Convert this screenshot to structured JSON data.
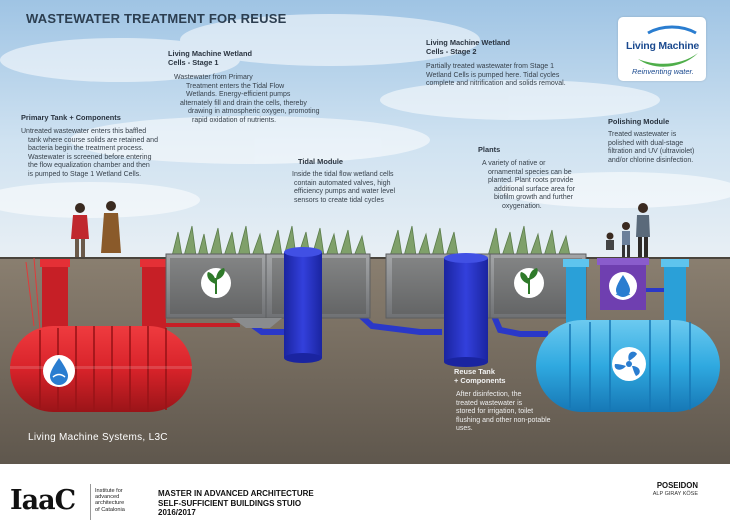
{
  "title": "WASTEWATER TREATMENT FOR REUSE",
  "logo": {
    "name": "Living Machine",
    "tagline": "Reinventing water."
  },
  "sections": {
    "primary_tank": {
      "heading": "Primary Tank + Components",
      "lines": [
        "Untreated wastewater enters this baffled",
        "tank where course solids are retained and",
        "bacteria begin the treatment process.",
        "Wastewater is screened before entering",
        "the flow equalization chamber and then",
        "is pumped to Stage 1 Wetland Cells."
      ]
    },
    "wetland_stage1": {
      "heading_lines": [
        "Living Machine Wetland",
        "Cells - Stage 1"
      ],
      "lines": [
        "Wastewater from Primary",
        "Treatment enters the Tidal Flow",
        "Wetlands. Energy-efficient pumps",
        "alternately fill and drain the cells, thereby",
        "drawing in atmospheric oxygen, promoting",
        "rapid oxidation of nutrients."
      ]
    },
    "tidal_module": {
      "heading": "Tidal Module",
      "lines": [
        "Inside the tidal flow wetland cells",
        "contain automated valves, high",
        "efficiency pumps and water level",
        "sensors to create tidal cycles"
      ]
    },
    "wetland_stage2": {
      "heading_lines": [
        "Living Machine Wetland",
        "Cells - Stage 2"
      ],
      "lines": [
        "Partially treated wastewater from Stage 1",
        "Wetland Cells is pumped here. Tidal cycles",
        "complete and nitrification and solids removal."
      ]
    },
    "plants": {
      "heading": "Plants",
      "lines": [
        "A variety of native or",
        "ornamental species can be",
        "planted. Plant roots provide",
        "additional surface area for",
        "biofilm growth and further",
        "oxygenation."
      ]
    },
    "polishing": {
      "heading": "Polishing Module",
      "lines": [
        "Treated wastewater is",
        "polished with dual-stage",
        "filtration and UV (ultraviolet)",
        "and/or chlorine disinfection."
      ]
    },
    "reuse_tank": {
      "heading_lines": [
        "Reuse Tank",
        "+ Components"
      ],
      "lines": [
        "After disinfection, the",
        "treated wastewater is",
        "stored for irrigation, toilet",
        "flushing and other non-potable",
        "uses."
      ]
    }
  },
  "credit": "Living Machine Systems, L3C",
  "footer": {
    "iaac_logo": "IaaC",
    "institute_lines": [
      "Institute for",
      "advanced",
      "architecture",
      "of Catalonia"
    ],
    "program_lines": [
      "MASTER IN ADVANCED ARCHITECTURE",
      "SELF-SUFFICIENT BUILDINGS STUIO",
      "2016/2017"
    ],
    "project": "POSEIDON",
    "author": "ALP GIRAY KÖSE"
  },
  "colors": {
    "primary_tank": "#d8232a",
    "tidal_module": "#2432c8",
    "reuse_tank": "#2fa9e0",
    "polishing_module": "#6f3fb0",
    "soil": "#7a6e60",
    "planter": "#8a8c8e"
  },
  "icons": [
    "water-drop-icon",
    "plant-icon",
    "uv-drop-icon",
    "fan-icon"
  ]
}
